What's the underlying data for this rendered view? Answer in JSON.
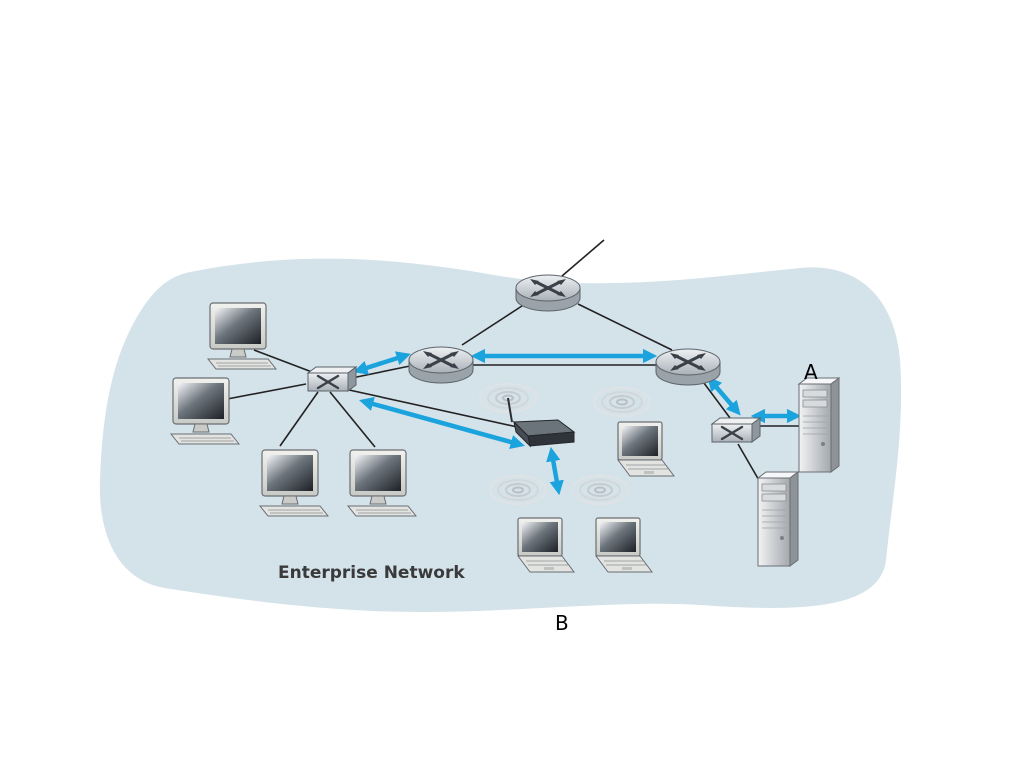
{
  "network": {
    "label": "Enterprise Network"
  },
  "points": {
    "a": "A",
    "b": "B"
  },
  "colors": {
    "cloud": "#d4e2ea",
    "arrow": "#1aa3dd",
    "link": "#222222",
    "router": "#c9cfd4",
    "switch": "#c9cfd4",
    "access_point": "#3b4148"
  },
  "icons": [
    "router-icon",
    "switch-icon",
    "desktop-computer-icon",
    "laptop-icon",
    "server-icon",
    "wireless-access-point-icon",
    "wireless-signal-icon"
  ]
}
